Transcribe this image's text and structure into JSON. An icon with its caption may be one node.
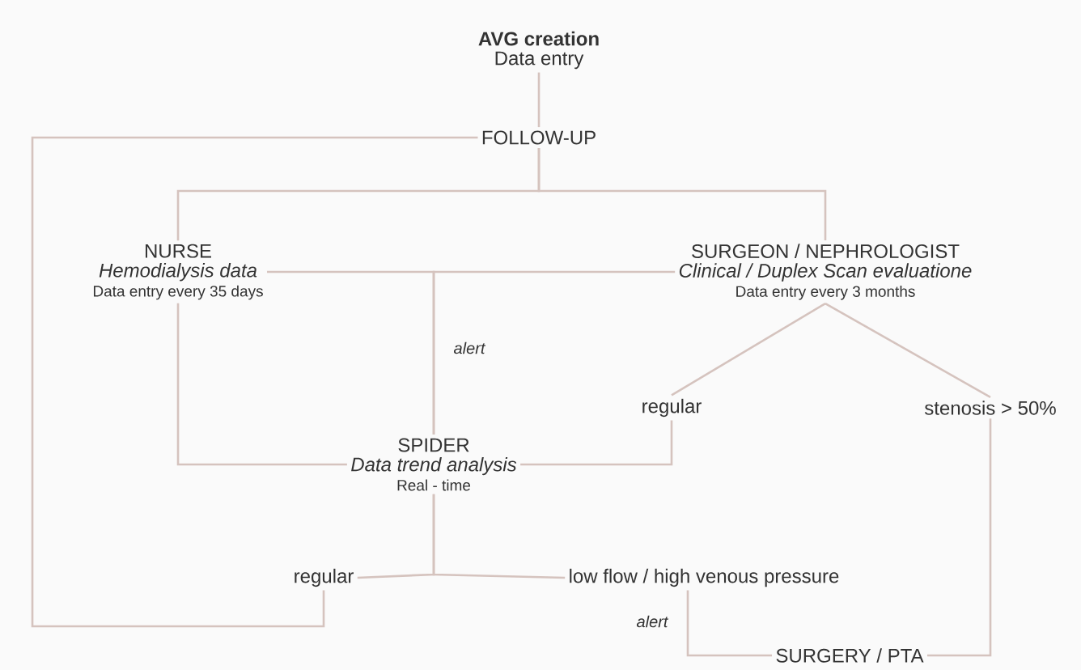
{
  "diagram": {
    "nodes": [
      {
        "text": [
          "AVG creation",
          "Data entry"
        ]
      },
      {
        "text": [
          "FOLLOW-UP"
        ]
      },
      {
        "text": [
          "NURSE",
          "Hemodialysis data",
          "Data entry every 35 days"
        ]
      },
      {
        "text": [
          "SURGEON / NEPHROLOGIST",
          "Clinical / Duplex Scan evaluatione",
          "Data entry every 3 months"
        ]
      },
      {
        "text": [
          "regular"
        ]
      },
      {
        "text": [
          "stenosis > 50%"
        ]
      },
      {
        "text": [
          "SPIDER",
          "Data trend analysis",
          "Real - time"
        ]
      },
      {
        "text": [
          "regular"
        ]
      },
      {
        "text": [
          "low flow / high venous pressure"
        ]
      },
      {
        "text": [
          "SURGERY / PTA"
        ]
      }
    ],
    "edges": [
      {
        "from": 0,
        "to": 1,
        "arrow": "none"
      },
      {
        "from": 1,
        "to": 2,
        "arrow": "none"
      },
      {
        "from": 1,
        "to": 3,
        "arrow": "none"
      },
      {
        "from": 7,
        "to": 1,
        "arrow": "none"
      },
      {
        "from": 2,
        "to": 6,
        "arrow": "none",
        "label": "alert"
      },
      {
        "from": 3,
        "to": 6,
        "arrow": "none"
      },
      {
        "from": 2,
        "to": 6,
        "arrow": "none"
      },
      {
        "from": 3,
        "to": 4,
        "arrow": "none"
      },
      {
        "from": 3,
        "to": 5,
        "arrow": "none"
      },
      {
        "from": 4,
        "to": 6,
        "arrow": "none"
      },
      {
        "from": 6,
        "to": 7,
        "arrow": "none"
      },
      {
        "from": 6,
        "to": 8,
        "arrow": "none"
      },
      {
        "from": 8,
        "to": 9,
        "arrow": "none",
        "label": "alert"
      },
      {
        "from": 5,
        "to": 9,
        "arrow": "none"
      }
    ]
  }
}
